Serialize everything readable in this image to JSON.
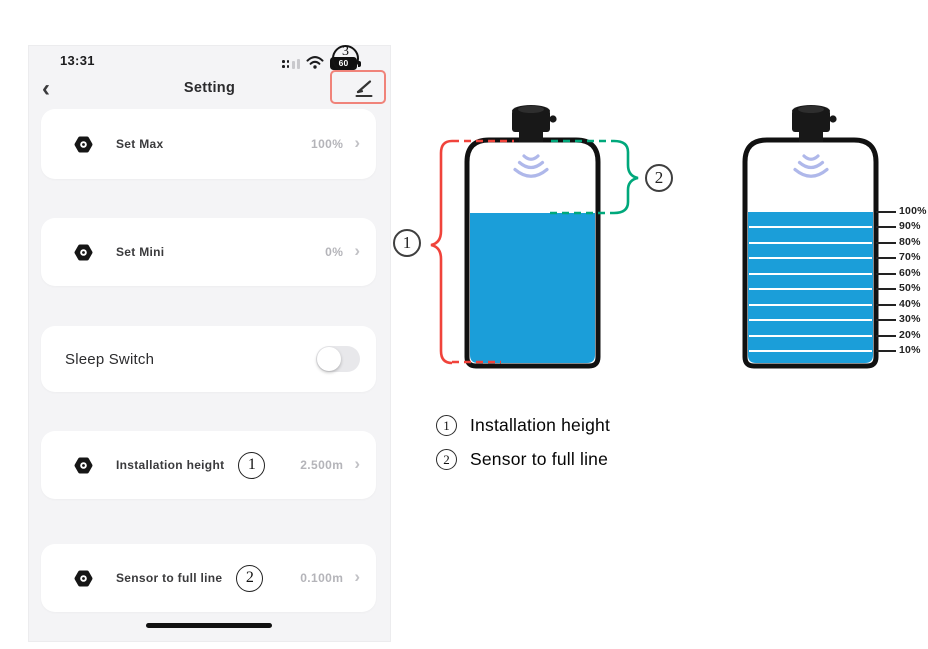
{
  "phone": {
    "status": {
      "time": "13:31",
      "battery": "60",
      "battery_annotation": "3"
    },
    "header": {
      "title": "Setting"
    },
    "rows": [
      {
        "label": "Set Max",
        "value": "100%"
      },
      {
        "label": "Set Mini",
        "value": "0%"
      },
      {
        "label": "Sleep Switch",
        "toggle_state": "off"
      },
      {
        "label": "Installation height",
        "annotation": "1",
        "value": "2.500m"
      },
      {
        "label": "Sensor to full line",
        "annotation": "2",
        "value": "0.100m"
      }
    ]
  },
  "diagram": {
    "left_tank": {
      "label_1": "1",
      "label_2": "2",
      "fill_percent": 68
    },
    "right_tank": {
      "scale_labels": [
        "100%",
        "90%",
        "80%",
        "70%",
        "60%",
        "50%",
        "40%",
        "30%",
        "20%",
        "10%"
      ]
    },
    "legend": [
      {
        "num": "1",
        "text": "Installation height"
      },
      {
        "num": "2",
        "text": "Sensor to full line"
      }
    ]
  },
  "colors": {
    "water": "#1B9ED9",
    "annotation_red": "#F0433B",
    "annotation_green": "#00A87B",
    "waves": "#AFB8EA",
    "edit_box_red": "#F0837A"
  }
}
